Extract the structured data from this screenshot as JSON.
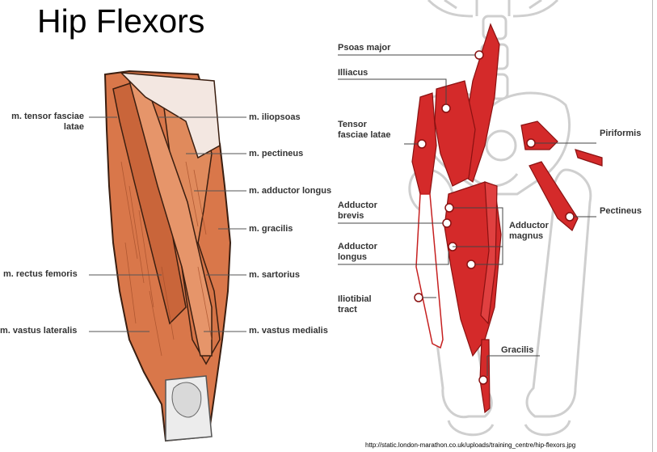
{
  "title": "Hip Flexors",
  "left_diagram": {
    "labels_left": [
      {
        "line1": "m. tensor fasciae",
        "line2": "latae"
      },
      {
        "line1": "m. rectus femoris"
      },
      {
        "line1": "m. vastus lateralis"
      }
    ],
    "labels_right": [
      "m. iliopsoas",
      "m. pectineus",
      "m. adductor longus",
      "m. gracilis",
      "m. sartorius",
      "m. vastus medialis"
    ]
  },
  "right_diagram": {
    "labels": {
      "psoas_major": "Psoas major",
      "illiacus": "Illiacus",
      "tensor_fasciae_latae": "Tensor\nfasciae latae",
      "adductor_brevis": "Adductor\nbrevis",
      "adductor_longus": "Adductor\nlongus",
      "iliotibial_tract": "Iliotibial\ntract",
      "piriformis": "Piriformis",
      "pectineus": "Pectineus",
      "adductor_magnus": "Adductor\nmagnus",
      "gracilis": "Gracilis"
    }
  },
  "source_url": "http://static.london-marathon.co.uk/uploads/training_centre/hip-flexors.jpg",
  "colors": {
    "muscle_orange": "#d9774a",
    "muscle_red": "#d42a2a",
    "bone_outline": "#cfcfcf"
  }
}
